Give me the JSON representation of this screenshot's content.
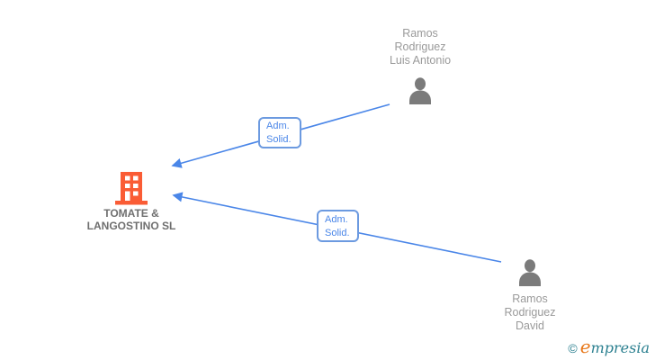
{
  "diagram": {
    "type": "corporate-relationship-graph",
    "background": "#ffffff",
    "edge_color": "#4a86e8"
  },
  "company": {
    "name": "TOMATE & LANGOSTINO SL",
    "name_lines": [
      "TOMATE &",
      "LANGOSTINO SL"
    ],
    "icon": "building-icon",
    "icon_color": "#fa5c35",
    "text_color": "#6f6f6f"
  },
  "persons": [
    {
      "name": "Ramos Rodriguez Luis Antonio",
      "name_lines": [
        "Ramos",
        "Rodriguez",
        "Luis Antonio"
      ],
      "icon": "person-icon",
      "icon_color": "#7b7b7b",
      "text_color": "#9a9a9a"
    },
    {
      "name": "Ramos Rodriguez David",
      "name_lines": [
        "Ramos",
        "Rodriguez",
        "David"
      ],
      "icon": "person-icon",
      "icon_color": "#7b7b7b",
      "text_color": "#9a9a9a"
    }
  ],
  "edges": [
    {
      "from": "Ramos Rodriguez Luis Antonio",
      "to": "TOMATE & LANGOSTINO SL",
      "label": "Adm. Solid.",
      "label_lines": [
        "Adm.",
        "Solid."
      ],
      "color": "#4a86e8"
    },
    {
      "from": "Ramos Rodriguez David",
      "to": "TOMATE & LANGOSTINO SL",
      "label": "Adm. Solid.",
      "label_lines": [
        "Adm.",
        "Solid."
      ],
      "color": "#4a86e8"
    }
  ],
  "logo": {
    "copyright_symbol": "©",
    "brand": "empresia",
    "teal_color": "#2a7f8f",
    "orange_color": "#e87a1e"
  }
}
